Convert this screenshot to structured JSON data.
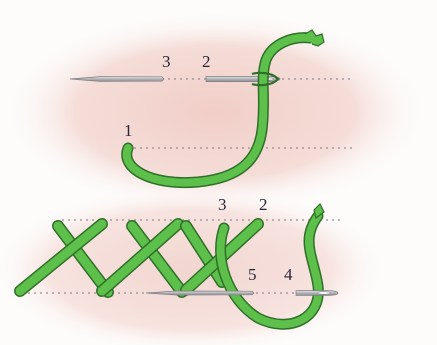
{
  "diagram": {
    "top_panel": {
      "labels": {
        "point_3": "3",
        "point_2": "2",
        "point_1": "1"
      }
    },
    "bottom_panel": {
      "labels": {
        "point_3": "3",
        "point_2": "2",
        "point_5": "5",
        "point_4": "4"
      }
    },
    "colors": {
      "thread_fill": "#5cc04a",
      "thread_outline": "#2f6f2a",
      "needle": "#b9b9bc",
      "guide_line": "#8f8f97",
      "label": "#2a2438",
      "blush_background": "#f2d4cf"
    }
  }
}
